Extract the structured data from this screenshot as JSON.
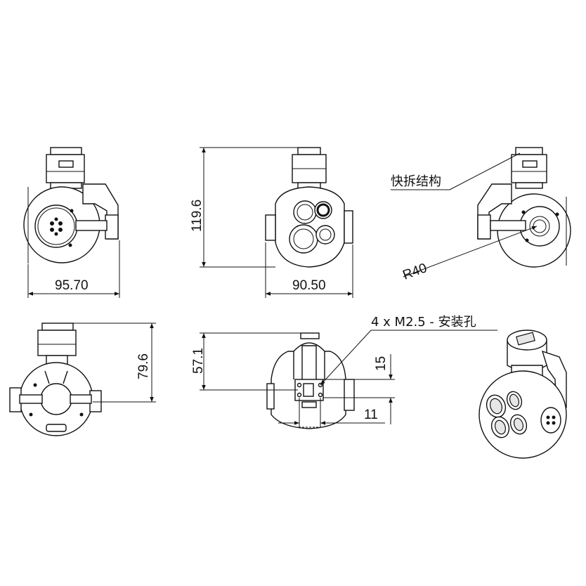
{
  "dimensions": {
    "front_width": "95.70",
    "side_width": "90.50",
    "side_height": "119.6",
    "bottom_height": "79.6",
    "rear_height": "57.1",
    "hole_spacing_vertical": "15",
    "hole_spacing_horizontal": "11",
    "radius": "R40"
  },
  "annotations": {
    "quick_release": "快拆结构",
    "mount_holes": "4 x  M2.5 - 安装孔"
  }
}
